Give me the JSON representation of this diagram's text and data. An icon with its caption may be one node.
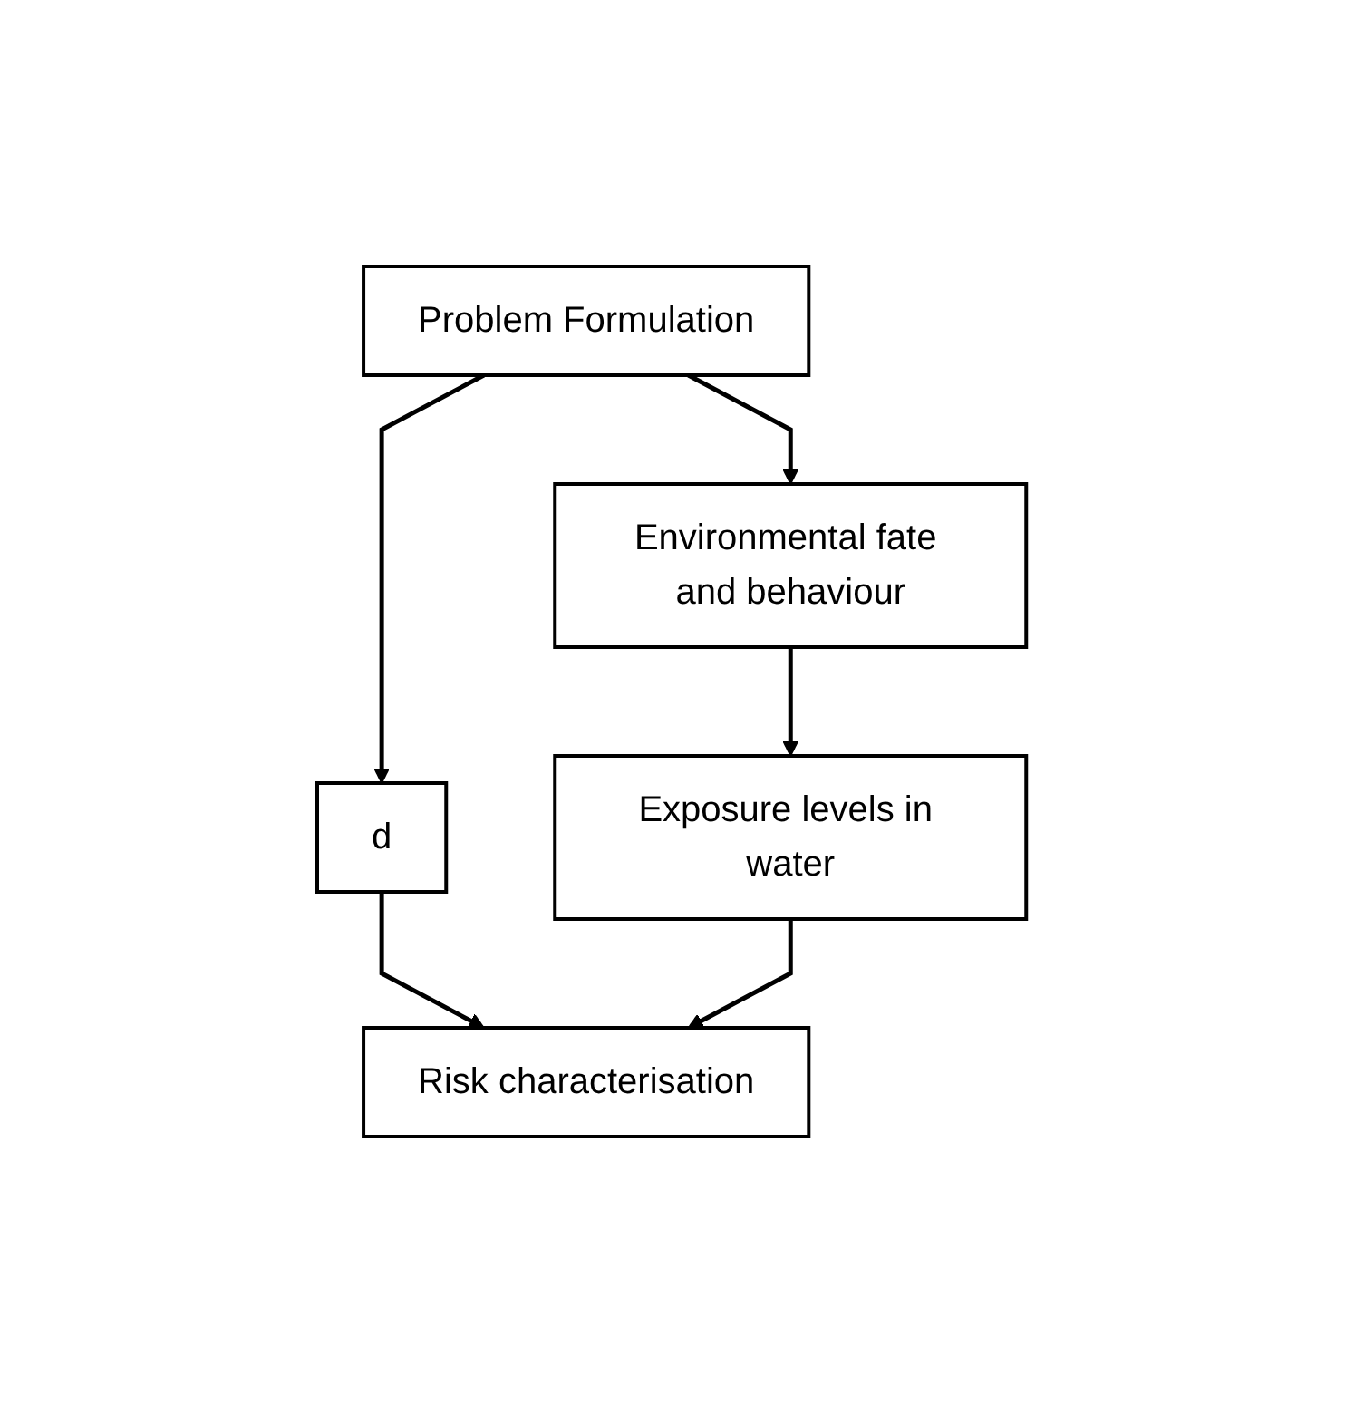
{
  "diagram": {
    "nodes": [
      {
        "text": [
          "Problem Formulation"
        ]
      },
      {
        "text": [
          "d"
        ]
      },
      {
        "text": [
          "Environmental fate and behaviour"
        ]
      },
      {
        "text": [
          "Exposure levels in water"
        ]
      },
      {
        "text": [
          "Risk characterisation"
        ]
      }
    ],
    "edges": [
      {
        "from": 0,
        "to": 1,
        "arrow": "to"
      },
      {
        "from": 0,
        "to": 2,
        "arrow": "to"
      },
      {
        "from": 2,
        "to": 3,
        "arrow": "to"
      },
      {
        "from": 1,
        "to": 4,
        "arrow": "to"
      },
      {
        "from": 3,
        "to": 4,
        "arrow": "to"
      }
    ]
  }
}
